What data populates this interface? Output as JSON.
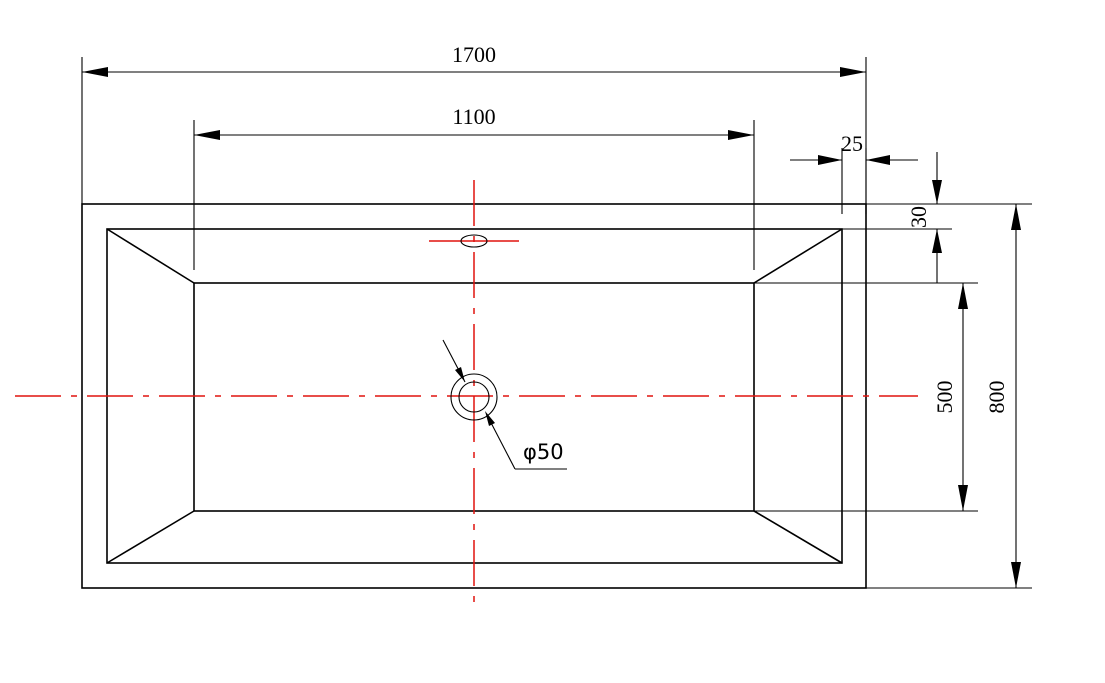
{
  "drawing": {
    "dimensions": {
      "overall_length": "1700",
      "inner_length": "1100",
      "rim_side": "25",
      "rim_top": "30",
      "inner_width": "500",
      "overall_width": "800",
      "drain_diameter": "φ50"
    },
    "colors": {
      "outline": "#000000",
      "centerline": "#e0130f",
      "background": "#ffffff"
    }
  }
}
